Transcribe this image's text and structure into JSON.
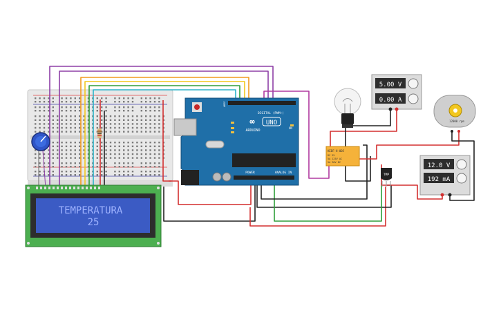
{
  "lcd": {
    "line1": "TEMPERATURA",
    "line2": "25"
  },
  "arduino": {
    "brand": "ARDUINO",
    "model": "UNO",
    "digital_label": "DIGITAL (PWM~)",
    "power_label": "POWER",
    "analog_label": "ANALOG IN",
    "aref_label": "AREF",
    "on_label": "ON"
  },
  "supply_small": {
    "voltage": "5.00 V",
    "current": "0.00 A"
  },
  "supply_large": {
    "voltage": "12.0 V",
    "current": "192 mA"
  },
  "relay": {
    "title": "KEDF-H-005",
    "line1": "DC 5V",
    "line2": "5A 125V AC",
    "line3": "5A 30V DC"
  },
  "sensor": {
    "label": "TMP"
  },
  "motor": {
    "label": "12000 rpm"
  },
  "colors": {
    "board_blue": "#1f6fa8",
    "lcd_green": "#4caf50",
    "lcd_screen": "#3b5bc4",
    "wire_red": "#d32f2f",
    "wire_black": "#222222",
    "wire_green": "#2e9e3a",
    "wire_purple": "#8e3fa6",
    "wire_magenta": "#b03aa0",
    "wire_orange": "#f29a1f",
    "wire_yellow": "#f2c71f",
    "wire_cyan": "#2bb4c9",
    "breadboard": "#e6e6e6"
  },
  "icons": [
    "potentiometer-icon",
    "lightbulb-icon",
    "motor-icon",
    "resistor-icon",
    "temperature-sensor-icon"
  ]
}
